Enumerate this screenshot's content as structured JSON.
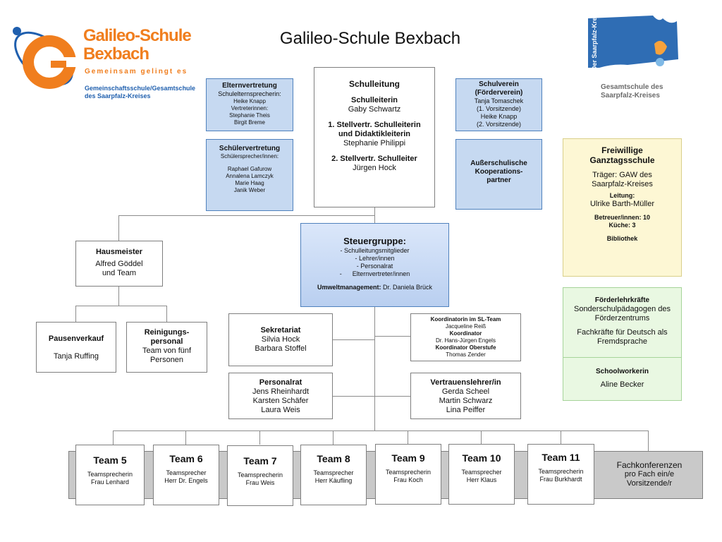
{
  "title": "Galileo-Schule Bexbach",
  "logo_left": {
    "name_line1": "Galileo-Schule",
    "name_line2": "Bexbach",
    "slogan": "Gemeinsam gelingt es",
    "subtitle_line1": "Gemeinschaftsschule/Gesamtschule",
    "subtitle_line2": "des Saarpfalz-Kreises"
  },
  "logo_right": {
    "vertical_text": "Der Saarpfalz-Kreis",
    "line1": "Gesamtschule des",
    "line2": "Saarpfalz-Kreises"
  },
  "elternvertretung": {
    "title": "Elternvertretung",
    "subtitle": "Schulelternsprecherin:",
    "line1": "Heike Knapp",
    "line2": "Vertreterinnen:",
    "line3": "Stephanie Theis",
    "line4": "Birgit Breme"
  },
  "schuelervertretung": {
    "title": "Schülervertretung",
    "subtitle": "Schülersprecher/innen:",
    "line1": "Raphael Gafurow",
    "line2": "Annalena Lamczyk",
    "line3": "Marie Haag",
    "line4": "Janik Weber"
  },
  "schulleitung": {
    "title": "Schulleitung",
    "role1": "Schulleiterin",
    "name1": "Gaby Schwartz",
    "role2a": "1. Stellvertr. Schulleiterin",
    "role2b": "und Didaktikleiterin",
    "name2": "Stephanie Philippi",
    "role3": "2. Stellvertr. Schulleiter",
    "name3": "Jürgen Hock"
  },
  "schulverein": {
    "title1": "Schulverein",
    "title2": "(Förderverein)",
    "line1": "Tanja Tomaschek",
    "line2": "(1. Vorsitzende)",
    "line3": "Heike Knapp",
    "line4": "(2. Vorsitzende)"
  },
  "kooperation": {
    "line1": "Außerschulische",
    "line2": "Kooperations-",
    "line3": "partner"
  },
  "ganztag": {
    "title1": "Freiwillige",
    "title2": "Ganztagsschule",
    "traeger1": "Träger: GAW des",
    "traeger2": "Saarpfalz-Kreises",
    "leitung_label": "Leitung:",
    "leitung_name": "Ulrike Barth-Müller",
    "betreuer": "Betreuer/innen: 10",
    "kueche": "Küche: 3",
    "bibliothek": "Bibliothek"
  },
  "steuergruppe": {
    "title": "Steuergruppe:",
    "item1": "- Schulleitungsmitglieder",
    "item2": "- Lehrer/innen",
    "item3": "- Personalrat",
    "item4": "-      Elternvertreter/innen",
    "umwelt_label": "Umweltmanagement:",
    "umwelt_name": "Dr. Daniela Brück"
  },
  "hausmeister": {
    "title": "Hausmeister",
    "line1": "Alfred Göddel",
    "line2": "und Team"
  },
  "pausenverkauf": {
    "title": "Pausenverkauf",
    "line1": "Tanja Ruffing"
  },
  "reinigung": {
    "title1": "Reinigungs-",
    "title2": "personal",
    "line1": "Team von fünf",
    "line2": "Personen"
  },
  "sekretariat": {
    "title": "Sekretariat",
    "line1": "Silvia Hock",
    "line2": "Barbara Stoffel"
  },
  "koordination": {
    "title": "Koordinatorin im SL-Team",
    "line1": "Jacqueline Reiß",
    "title2": "Koordinator",
    "line2": "Dr. Hans-Jürgen Engels",
    "title3": "Koordinator Oberstufe",
    "line3": "Thomas Zender"
  },
  "personalrat": {
    "title": "Personalrat",
    "line1": "Jens Rheinhardt",
    "line2": "Karsten Schäfer",
    "line3": "Laura Weis"
  },
  "vertrauen": {
    "title": "Vertrauenslehrer/in",
    "line1": "Gerda Scheel",
    "line2": "Martin Schwarz",
    "line3": "Lina Peiffer"
  },
  "foerderlehr": {
    "title": "Förderlehrkräfte",
    "line1": "Sonderschulpädagogen des",
    "line2": "Förderzentrums",
    "line3": "Fachkräfte für Deutsch als",
    "line4": "Fremdsprache"
  },
  "schoolworker": {
    "title": "Schoolworkerin",
    "line1": "Aline Becker"
  },
  "teams": [
    {
      "title": "Team 5",
      "role": "Teamsprecherin",
      "name": "Frau Lenhard"
    },
    {
      "title": "Team 6",
      "role": "Teamsprecher",
      "name": "Herr Dr. Engels"
    },
    {
      "title": "Team 7",
      "role": "Teamsprecherin",
      "name": "Frau Weis"
    },
    {
      "title": "Team 8",
      "role": "Teamsprecher",
      "name": "Herr Käufling"
    },
    {
      "title": "Team 9",
      "role": "Teamsprecherin",
      "name": "Frau Koch"
    },
    {
      "title": "Team 10",
      "role": "Teamsprecher",
      "name": "Herr Klaus"
    },
    {
      "title": "Team 11",
      "role": "Teamsprecherin",
      "name": "Frau Burkhardt"
    }
  ],
  "fachkonferenzen": {
    "line1": "Fachkonferenzen",
    "line2": "pro Fach ein/e",
    "line3": "Vorsitzende/r"
  },
  "colors": {
    "blue_box": "#c6d9f1",
    "blue_border": "#4f81bd",
    "yellow_box": "#fdf7d4",
    "green_box": "#e9f8e2",
    "logo_orange": "#f07e1e",
    "logo_blue": "#1f5fae"
  }
}
